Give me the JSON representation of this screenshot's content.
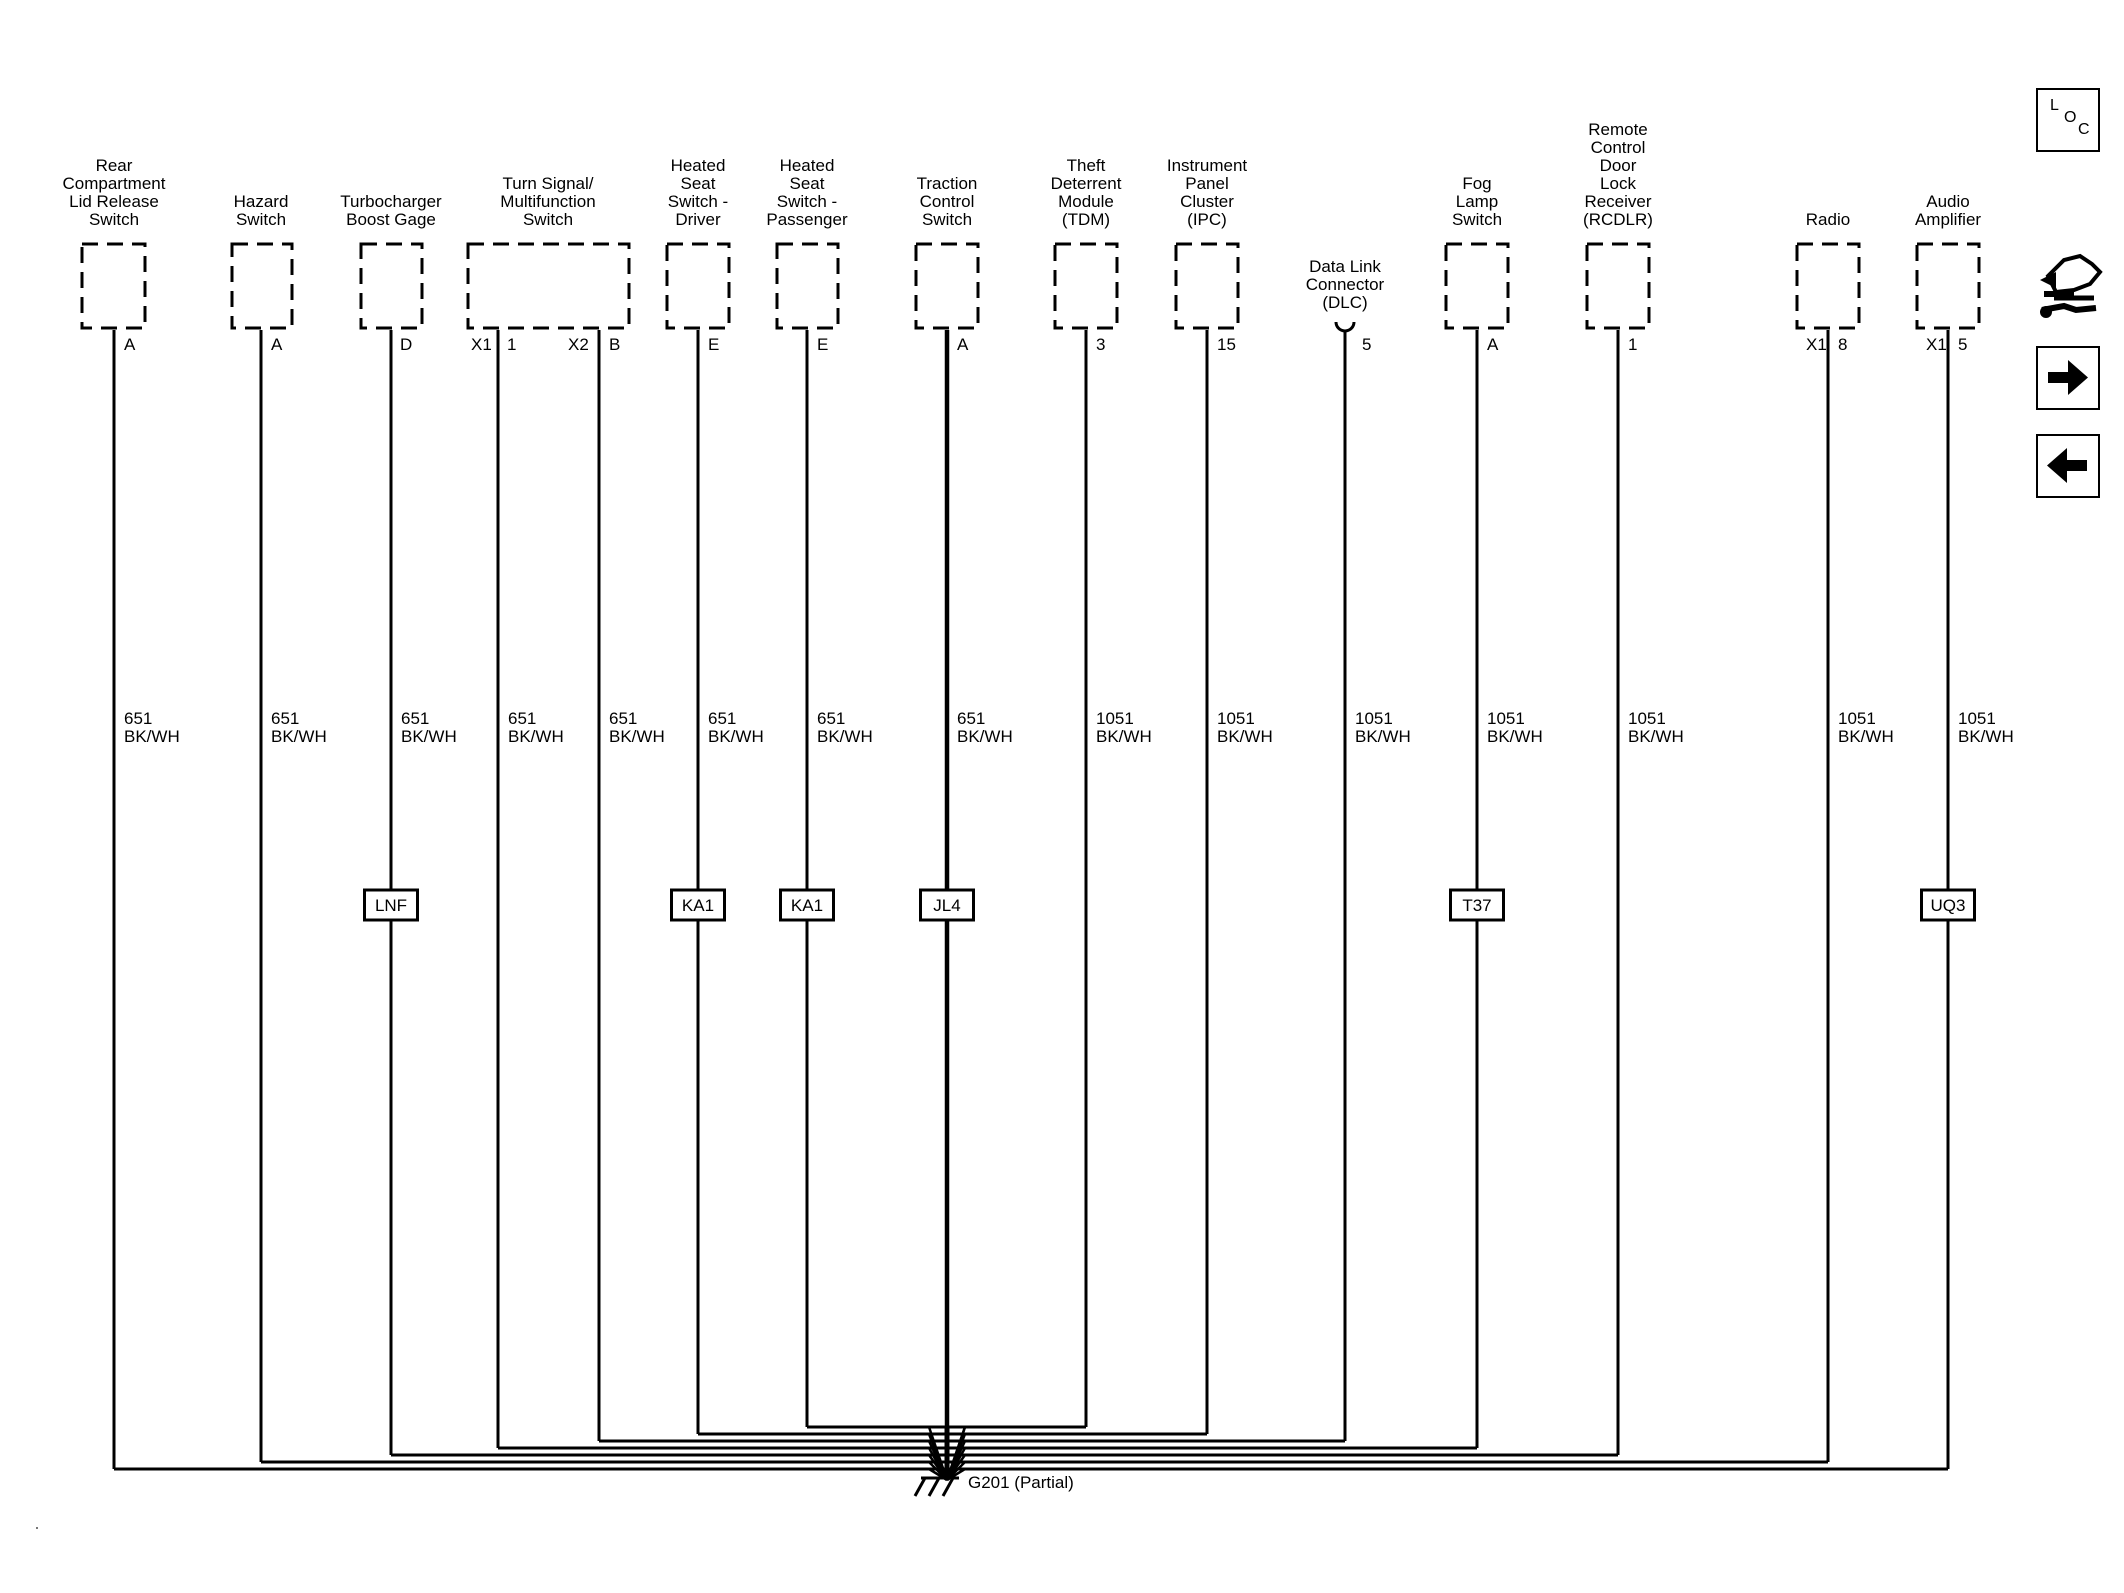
{
  "components": [
    {
      "id": "rear-compartment-lid-release-switch",
      "label": [
        "Rear",
        "Compartment",
        "Lid Release",
        "Switch"
      ],
      "pins": [
        "A"
      ],
      "circuit": "651",
      "color": "BK/WH",
      "option": ""
    },
    {
      "id": "hazard-switch",
      "label": [
        "Hazard",
        "Switch"
      ],
      "pins": [
        "A"
      ],
      "circuit": "651",
      "color": "BK/WH",
      "option": ""
    },
    {
      "id": "turbocharger-boost-gage",
      "label": [
        "Turbocharger",
        "Boost Gage"
      ],
      "pins": [
        "D"
      ],
      "circuit": "651",
      "color": "BK/WH",
      "option": "LNF"
    },
    {
      "id": "turn-signal-multifunction-switch",
      "label": [
        "Turn Signal/",
        "Multifunction",
        "Switch"
      ],
      "pins": [
        "X1",
        "1",
        "X2",
        "B"
      ],
      "circuit": "651",
      "color": "BK/WH",
      "option": ""
    },
    {
      "id": "heated-seat-switch-driver",
      "label": [
        "Heated",
        "Seat",
        "Switch -",
        "Driver"
      ],
      "pins": [
        "E"
      ],
      "circuit": "651",
      "color": "BK/WH",
      "option": "KA1"
    },
    {
      "id": "heated-seat-switch-passenger",
      "label": [
        "Heated",
        "Seat",
        "Switch -",
        "Passenger"
      ],
      "pins": [
        "E"
      ],
      "circuit": "651",
      "color": "BK/WH",
      "option": "KA1"
    },
    {
      "id": "traction-control-switch",
      "label": [
        "Traction",
        "Control",
        "Switch"
      ],
      "pins": [
        "A"
      ],
      "circuit": "651",
      "color": "BK/WH",
      "option": "JL4"
    },
    {
      "id": "theft-deterrent-module",
      "label": [
        "Theft",
        "Deterrent",
        "Module",
        "(TDM)"
      ],
      "pins": [
        "3"
      ],
      "circuit": "1051",
      "color": "BK/WH",
      "option": ""
    },
    {
      "id": "instrument-panel-cluster",
      "label": [
        "Instrument",
        "Panel",
        "Cluster",
        "(IPC)"
      ],
      "pins": [
        "15"
      ],
      "circuit": "1051",
      "color": "BK/WH",
      "option": ""
    },
    {
      "id": "data-link-connector",
      "label": [
        "Data Link",
        "Connector",
        "(DLC)"
      ],
      "pins": [
        "5"
      ],
      "circuit": "1051",
      "color": "BK/WH",
      "option": ""
    },
    {
      "id": "fog-lamp-switch",
      "label": [
        "Fog",
        "Lamp",
        "Switch"
      ],
      "pins": [
        "A"
      ],
      "circuit": "1051",
      "color": "BK/WH",
      "option": "T37"
    },
    {
      "id": "remote-control-door-lock-receiver",
      "label": [
        "Remote",
        "Control",
        "Door",
        "Lock",
        "Receiver",
        "(RCDLR)"
      ],
      "pins": [
        "1"
      ],
      "circuit": "1051",
      "color": "BK/WH",
      "option": ""
    },
    {
      "id": "radio",
      "label": [
        "Radio"
      ],
      "pins": [
        "X1",
        "8"
      ],
      "circuit": "1051",
      "color": "BK/WH",
      "option": ""
    },
    {
      "id": "audio-amplifier",
      "label": [
        "Audio",
        "Amplifier"
      ],
      "pins": [
        "X1",
        "5"
      ],
      "circuit": "1051",
      "color": "BK/WH",
      "option": "UQ3"
    }
  ],
  "ground": {
    "label": "G201 (Partial)"
  },
  "nav": {
    "loc": {
      "l": "L",
      "o": "O",
      "c": "C"
    },
    "config_icon": "component-config-icon",
    "next_icon": "arrow-right-icon",
    "prev_icon": "arrow-left-icon"
  }
}
